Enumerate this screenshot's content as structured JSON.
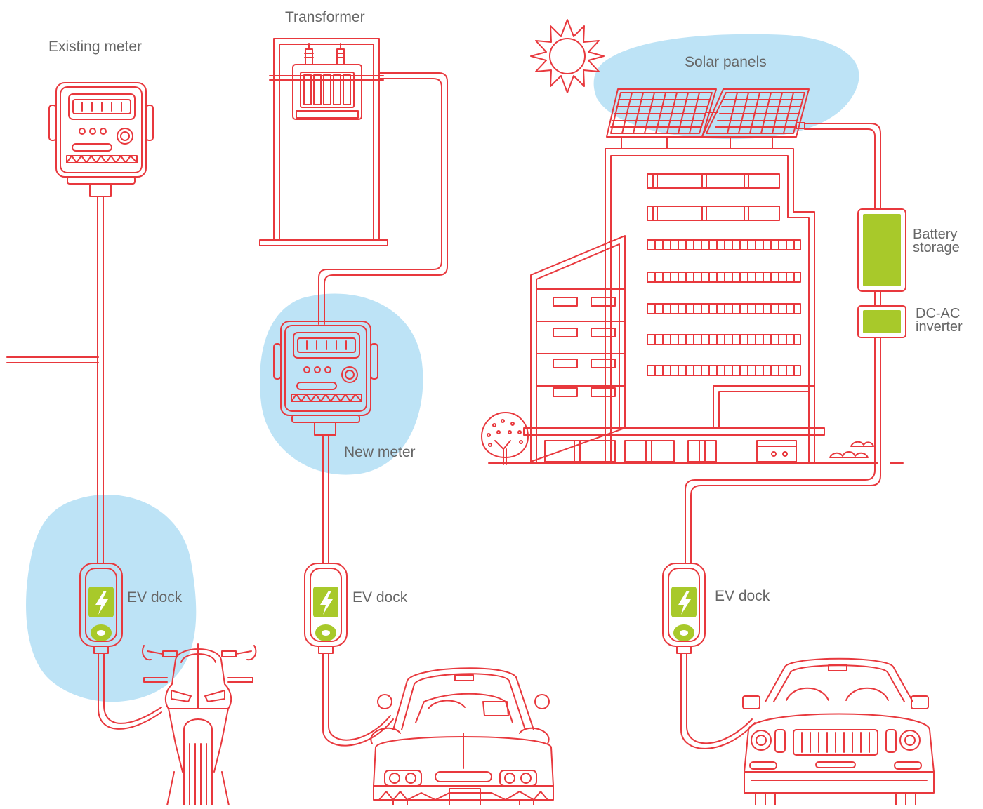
{
  "diagram": {
    "labels": {
      "existing_meter": "Existing meter",
      "transformer": "Transformer",
      "solar_panels": "Solar panels",
      "battery_storage_line1": "Battery",
      "battery_storage_line2": "storage",
      "dc_ac_inverter_line1": "DC-AC",
      "dc_ac_inverter_line2": "inverter",
      "new_meter": "New meter",
      "ev_dock_1": "EV dock",
      "ev_dock_2": "EV dock",
      "ev_dock_3": "EV dock"
    },
    "colors": {
      "line": "#e8383d",
      "highlight": "#bde3f6",
      "accent_green": "#a8c92a",
      "text": "#666666",
      "background": "#ffffff"
    },
    "icons": [
      "sun-icon",
      "lightning-bolt-icon",
      "tree-icon",
      "grass-icon"
    ]
  }
}
